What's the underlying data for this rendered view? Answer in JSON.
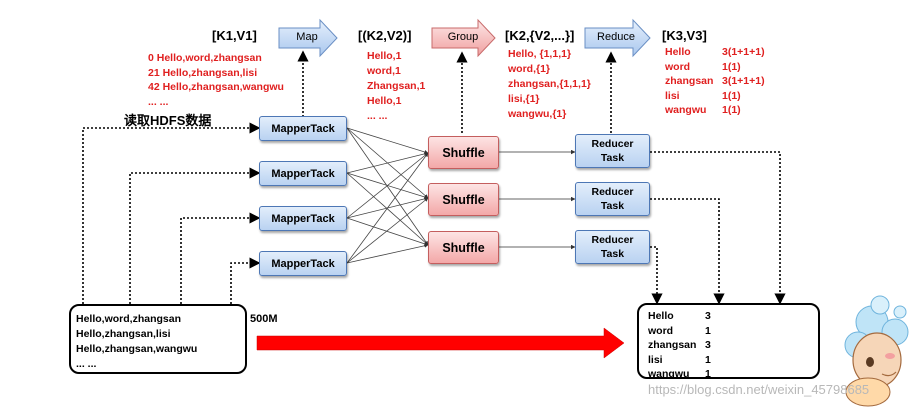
{
  "headers": {
    "k1v1": "[K1,V1]",
    "k2v2": "[(K2,V2)]",
    "k2list": "[K2,{V2,...}]",
    "k3v3": "[K3,V3]"
  },
  "stages": {
    "map": "Map",
    "group": "Group",
    "reduce": "Reduce"
  },
  "k1v1_lines": [
    "0   Hello,word,zhangsan",
    "21  Hello,zhangsan,lisi",
    "42  Hello,zhangsan,wangwu",
    "... ..."
  ],
  "k2v2_lines": [
    "Hello,1",
    "word,1",
    "Zhangsan,1",
    "Hello,1",
    "... ..."
  ],
  "k2list_lines": [
    "Hello, {1,1,1}",
    "word,{1}",
    "zhangsan,{1,1,1}",
    "lisi,{1}",
    "wangwu,{1}"
  ],
  "k3v3_rows": [
    {
      "k": "Hello",
      "v": "3(1+1+1)"
    },
    {
      "k": "word",
      "v": "1(1)"
    },
    {
      "k": "zhangsan",
      "v": "3(1+1+1)"
    },
    {
      "k": "lisi",
      "v": "1(1)"
    },
    {
      "k": "wangwu",
      "v": "1(1)"
    }
  ],
  "read_hdfs_label": "读取HDFS数据",
  "mapper_label": "MapperTack",
  "shuffle_label": "Shuffle",
  "reducer_line1": "Reducer",
  "reducer_line2": "Task",
  "input_lines": [
    "Hello,word,zhangsan",
    "Hello,zhangsan,lisi",
    "Hello,zhangsan,wangwu",
    "... ..."
  ],
  "size_label": "500M",
  "output_rows": [
    {
      "k": "Hello",
      "v": "3"
    },
    {
      "k": "word",
      "v": "1"
    },
    {
      "k": "zhangsan",
      "v": "3"
    },
    {
      "k": "lisi",
      "v": "1"
    },
    {
      "k": "wangwu",
      "v": "1"
    }
  ],
  "watermark": "https://blog.csdn.net/weixin_45798685",
  "colors": {
    "red_text": "#e02020",
    "mapper_fill": "#c6dbf4",
    "shuffle_fill": "#f5b7b7",
    "big_arrow": "#ff0000"
  }
}
